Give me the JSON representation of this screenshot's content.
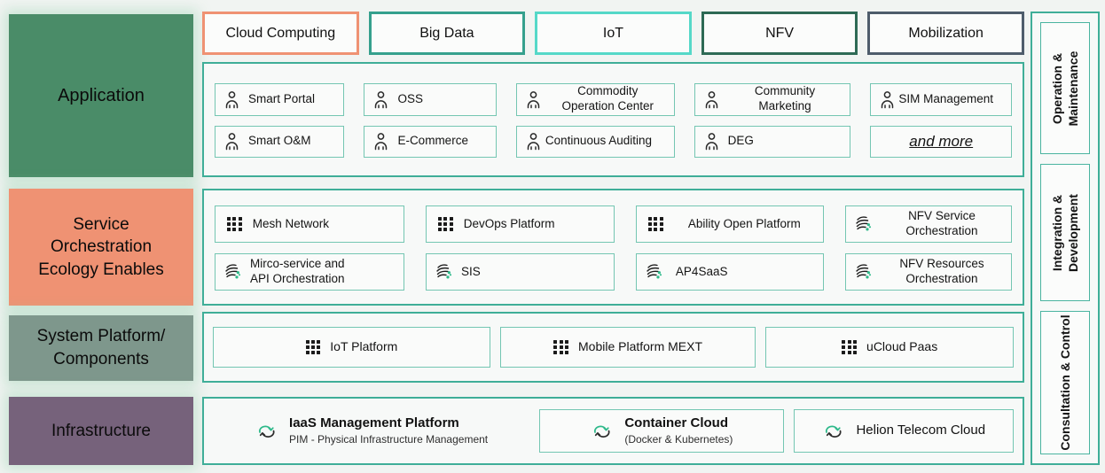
{
  "colors": {
    "application_row": "#4a8c68",
    "service_row": "#ef9273",
    "system_row": "#7e978c",
    "infrastructure_row": "#76627b",
    "container_border": "#3fae98",
    "item_border": "#74c6b2",
    "icon_green": "#2eb98a",
    "cloud_computing_border": "#ef9273",
    "big_data_border": "#35a08d",
    "iot_border": "#55d8c8",
    "nfv_border": "#2e6a55",
    "mobilization_border": "#4e5c6b"
  },
  "left_labels": [
    {
      "label": "Application",
      "color": "#4a8c68"
    },
    {
      "label": "Service\nOrchestration\nEcology Enables",
      "color": "#ef9273"
    },
    {
      "label": "System Platform/\nComponents",
      "color": "#7e978c"
    },
    {
      "label": "Infrastructure",
      "color": "#76627b"
    }
  ],
  "top_categories": [
    {
      "label": "Cloud Computing",
      "border_color": "#ef9273"
    },
    {
      "label": "Big Data",
      "border_color": "#35a08d"
    },
    {
      "label": "IoT",
      "border_color": "#55d8c8"
    },
    {
      "label": "NFV",
      "border_color": "#2e6a55"
    },
    {
      "label": "Mobilization",
      "border_color": "#4e5c6b"
    }
  ],
  "application": {
    "items": [
      {
        "label": "Smart Portal",
        "icon": "person"
      },
      {
        "label": "OSS",
        "icon": "person"
      },
      {
        "label": "Commodity\nOperation Center",
        "icon": "person"
      },
      {
        "label": "Community\nMarketing",
        "icon": "person"
      },
      {
        "label": "SIM Management",
        "icon": "person"
      },
      {
        "label": "Smart O&M",
        "icon": "person"
      },
      {
        "label": "E-Commerce",
        "icon": "person"
      },
      {
        "label": "Continuous Auditing",
        "icon": "person"
      },
      {
        "label": "DEG",
        "icon": "person"
      },
      {
        "label": "and more",
        "icon": "none"
      }
    ]
  },
  "service": {
    "items": [
      {
        "label": "Mesh Network",
        "icon": "grid"
      },
      {
        "label": "DevOps Platform",
        "icon": "grid"
      },
      {
        "label": "Ability Open Platform",
        "icon": "grid"
      },
      {
        "label": "NFV Service\nOrchestration",
        "icon": "flow"
      },
      {
        "label": "Mirco-service and\nAPI Orchestration",
        "icon": "flow"
      },
      {
        "label": "SIS",
        "icon": "flow"
      },
      {
        "label": "AP4SaaS",
        "icon": "flow"
      },
      {
        "label": "NFV Resources\nOrchestration",
        "icon": "flow"
      }
    ]
  },
  "system": {
    "items": [
      {
        "label": "IoT Platform",
        "icon": "grid"
      },
      {
        "label": "Mobile Platform MEXT",
        "icon": "grid"
      },
      {
        "label": "uCloud Paas",
        "icon": "grid"
      }
    ]
  },
  "infrastructure": {
    "items": [
      {
        "title": "IaaS Management Platform",
        "subtitle": "PIM - Physical Infrastructure Management",
        "icon": "cloud"
      },
      {
        "title": "Container Cloud",
        "subtitle": "(Docker & Kubernetes)",
        "icon": "cloud"
      },
      {
        "title": "Helion Telecom Cloud",
        "subtitle": "",
        "icon": "cloud"
      }
    ]
  },
  "right_labels": [
    {
      "line1": "Operation &",
      "line2": "Maintenance"
    },
    {
      "line1": "Integration &",
      "line2": "Development"
    },
    {
      "line1": "Consultation & Control",
      "line2": ""
    }
  ]
}
